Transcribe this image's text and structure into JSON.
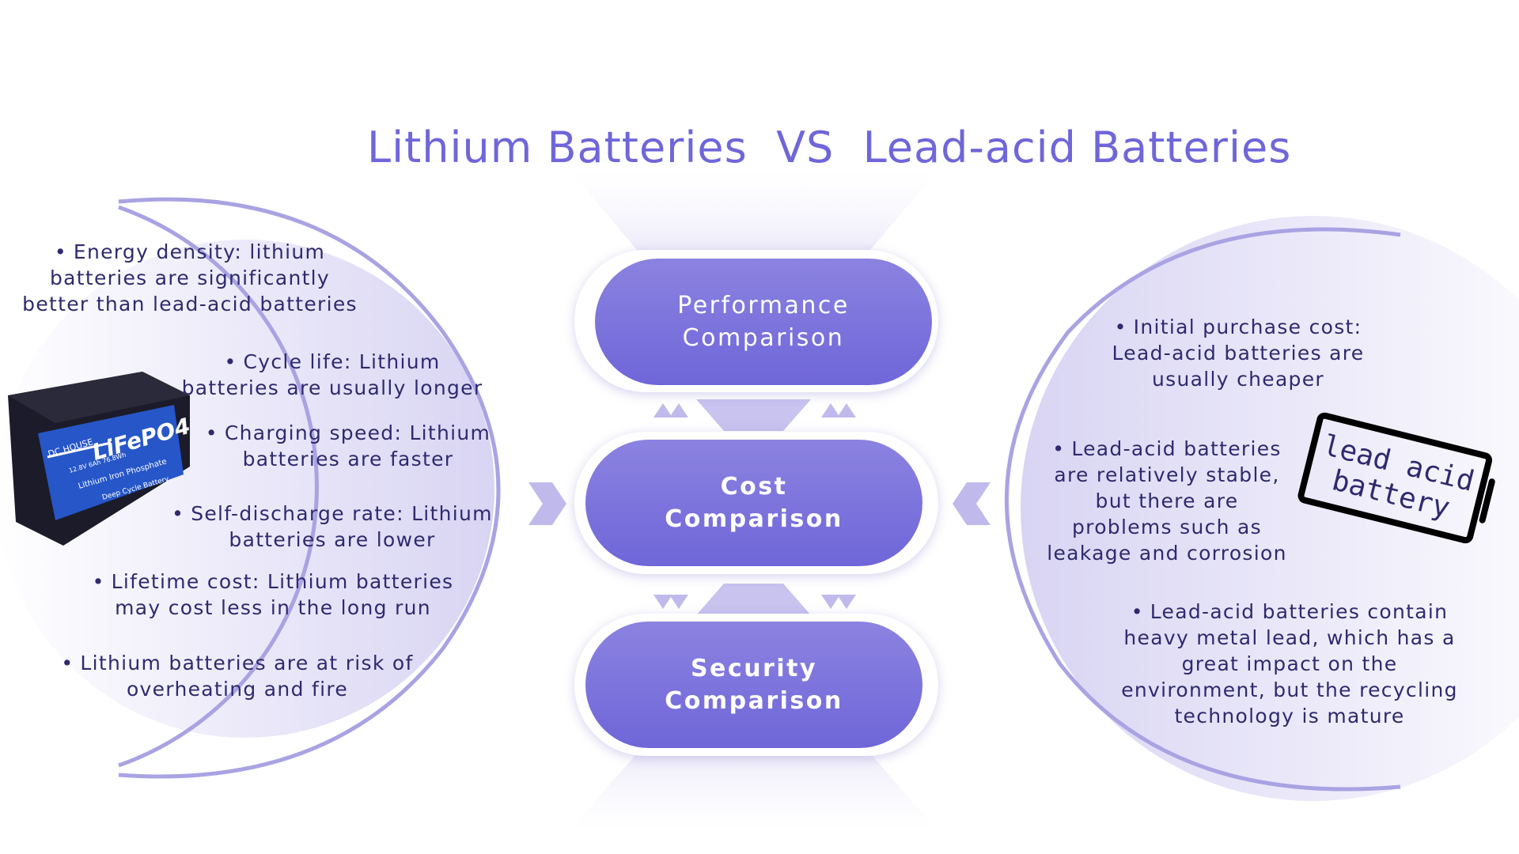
{
  "title": {
    "left": "Lithium Batteries",
    "vs": "VS",
    "right": "Lead-acid Batteries",
    "color": "#6f66d9"
  },
  "lithium_points": [
    "Energy density: lithium\nbatteries are significantly\nbetter than lead-acid batteries",
    "Cycle life: Lithium\nbatteries are usually longer",
    "Charging speed: Lithium\nbatteries are faster",
    "Self-discharge rate: Lithium\nbatteries are lower",
    "Lifetime cost: Lithium batteries\nmay cost less in the long run",
    "Lithium batteries are at risk of\noverheating and fire"
  ],
  "lead_acid_points": [
    "Initial purchase cost:\nLead-acid batteries are\nusually cheaper",
    "Lead-acid batteries\nare relatively stable,\nbut there are\nproblems such as\nleakage and corrosion",
    "Lead-acid batteries contain\nheavy metal lead, which has a\ngreat impact on the\nenvironment, but the recycling\ntechnology is mature"
  ],
  "bullet": "•",
  "center": {
    "performance": "Performance\nComparison",
    "cost": "Cost\nComparison",
    "security": "Security\nComparison"
  },
  "lithium_battery_label": {
    "brand": "DC HOUSE",
    "logo": "LiFePO4",
    "spec": "12.8V 6Ah\n76.8Wh",
    "chem": "Lithium Iron Phosphate",
    "sub": "Deep Cycle Battery"
  },
  "lead_acid_tag": {
    "line1": "lead acid",
    "line2": "battery"
  },
  "colors": {
    "accent": "#6f66d9",
    "text": "#2f2a6e",
    "circle_fill": "#e4e1f6",
    "circle_stroke": "#a9a3e3"
  },
  "icons": [
    "battery-icon",
    "chevron-right-icon",
    "chevron-left-icon",
    "chevron-up-icon",
    "chevron-down-icon"
  ]
}
